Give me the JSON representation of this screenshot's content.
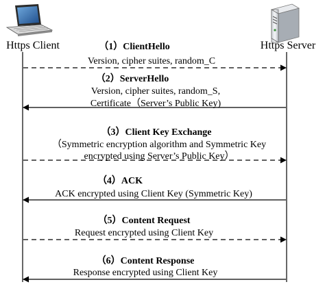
{
  "actors": {
    "client": {
      "label": "Https Client",
      "icon": "laptop-icon"
    },
    "server": {
      "label": "Https Server",
      "icon": "server-icon"
    }
  },
  "messages": [
    {
      "title": "（1）ClientHello",
      "lines": [
        "Version, cipher suites, random_C"
      ],
      "direction": "client-to-server",
      "style": "dashed"
    },
    {
      "title": "（2）ServerHello",
      "lines": [
        "Version, cipher suites,  random_S,",
        "Certificate（Server’s Public Key)"
      ],
      "direction": "server-to-client",
      "style": "solid"
    },
    {
      "title": "（3）Client Key Exchange",
      "lines": [
        "（Symmetric encryption algorithm and Symmetric Key",
        "encrypted using Server’s Public Key）"
      ],
      "direction": "client-to-server",
      "style": "dashed"
    },
    {
      "title": "（4）ACK",
      "lines": [
        "ACK  encrypted using  Client Key (Symmetric Key)"
      ],
      "direction": "server-to-client",
      "style": "solid"
    },
    {
      "title": "（5）Content Request",
      "lines": [
        "Request encrypted using Client Key"
      ],
      "direction": "client-to-server",
      "style": "dashed"
    },
    {
      "title": "（6）Content Response",
      "lines": [
        "Response encrypted using Client Key"
      ],
      "direction": "server-to-client",
      "style": "solid"
    }
  ]
}
